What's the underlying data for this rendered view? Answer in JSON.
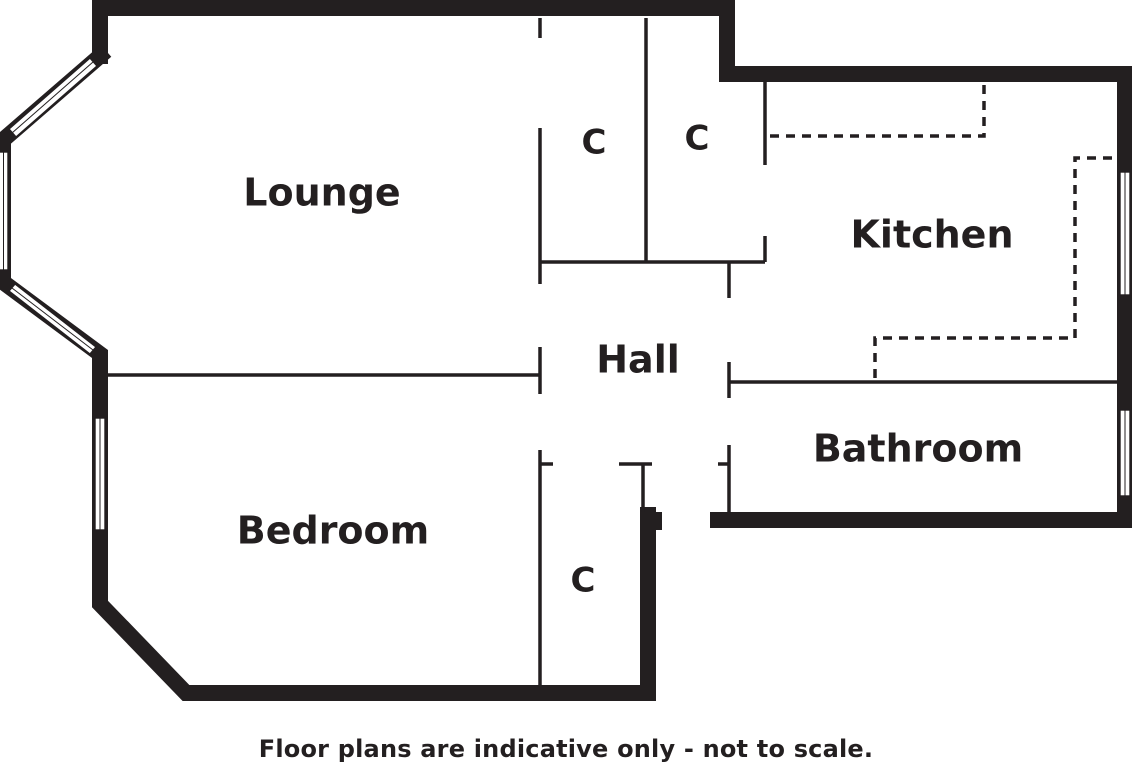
{
  "rooms": {
    "lounge": "Lounge",
    "kitchen": "Kitchen",
    "hall": "Hall",
    "bathroom": "Bathroom",
    "bedroom": "Bedroom",
    "cupboard_1": "C",
    "cupboard_2": "C",
    "cupboard_3": "C"
  },
  "caption": "Floor plans are indicative only - not to scale."
}
